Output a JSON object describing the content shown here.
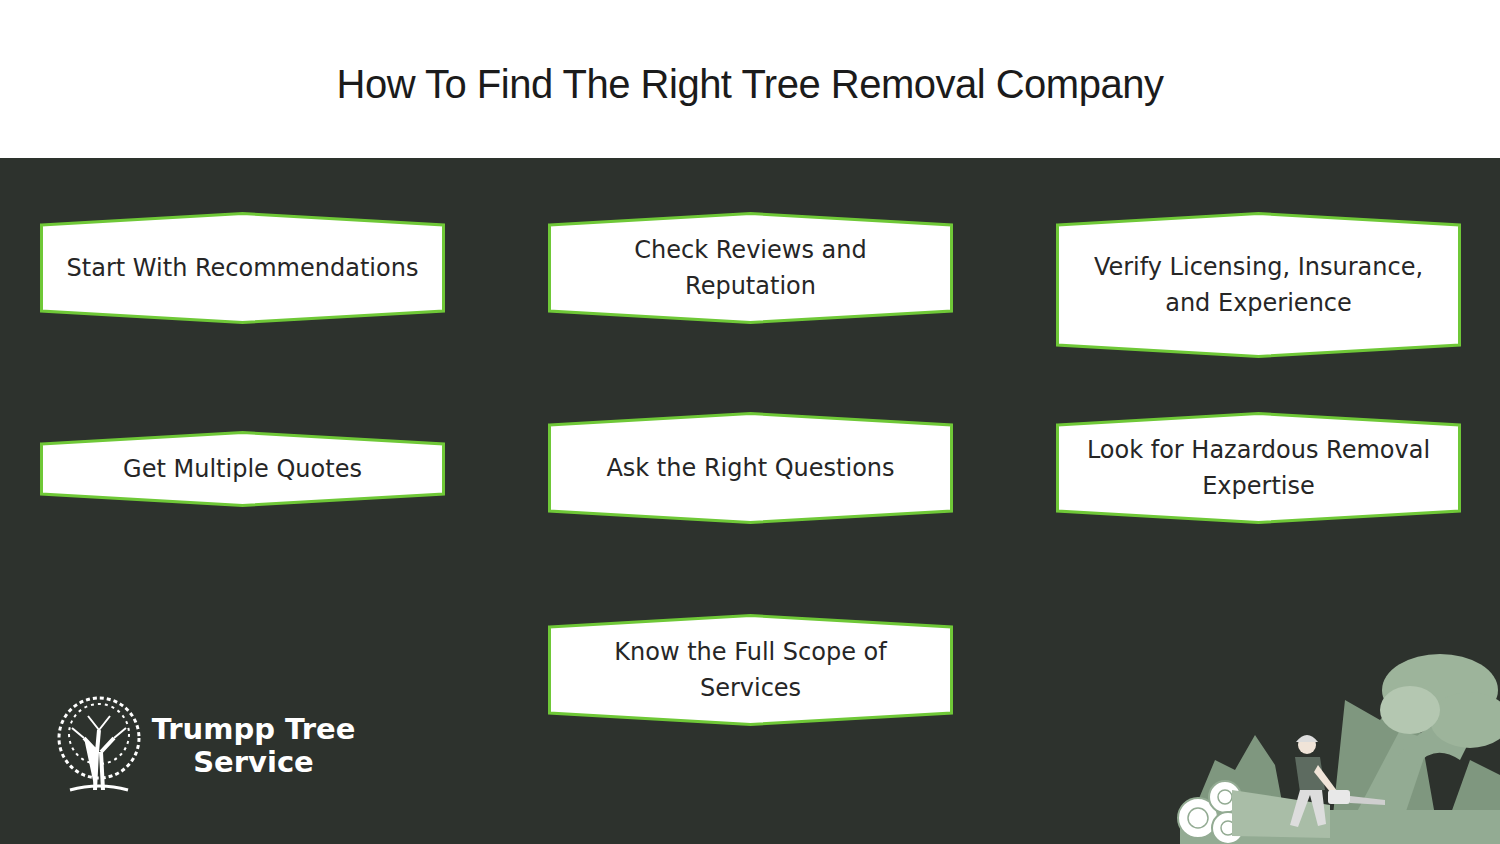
{
  "diagram": {
    "title": "How To Find The Right Tree Removal Company",
    "nodes": [
      {
        "text": [
          "Start With Recommendations"
        ]
      },
      {
        "text": [
          "Check Reviews and Reputation"
        ]
      },
      {
        "text": [
          "Verify Licensing, Insurance, and Experience"
        ]
      },
      {
        "text": [
          "Get Multiple Quotes"
        ]
      },
      {
        "text": [
          "Ask the Right Questions"
        ]
      },
      {
        "text": [
          "Look for Hazardous Removal Expertise"
        ]
      },
      {
        "text": [
          "Know the Full Scope of Services"
        ]
      }
    ],
    "labels": [
      "Trumpp Tree Service"
    ]
  }
}
